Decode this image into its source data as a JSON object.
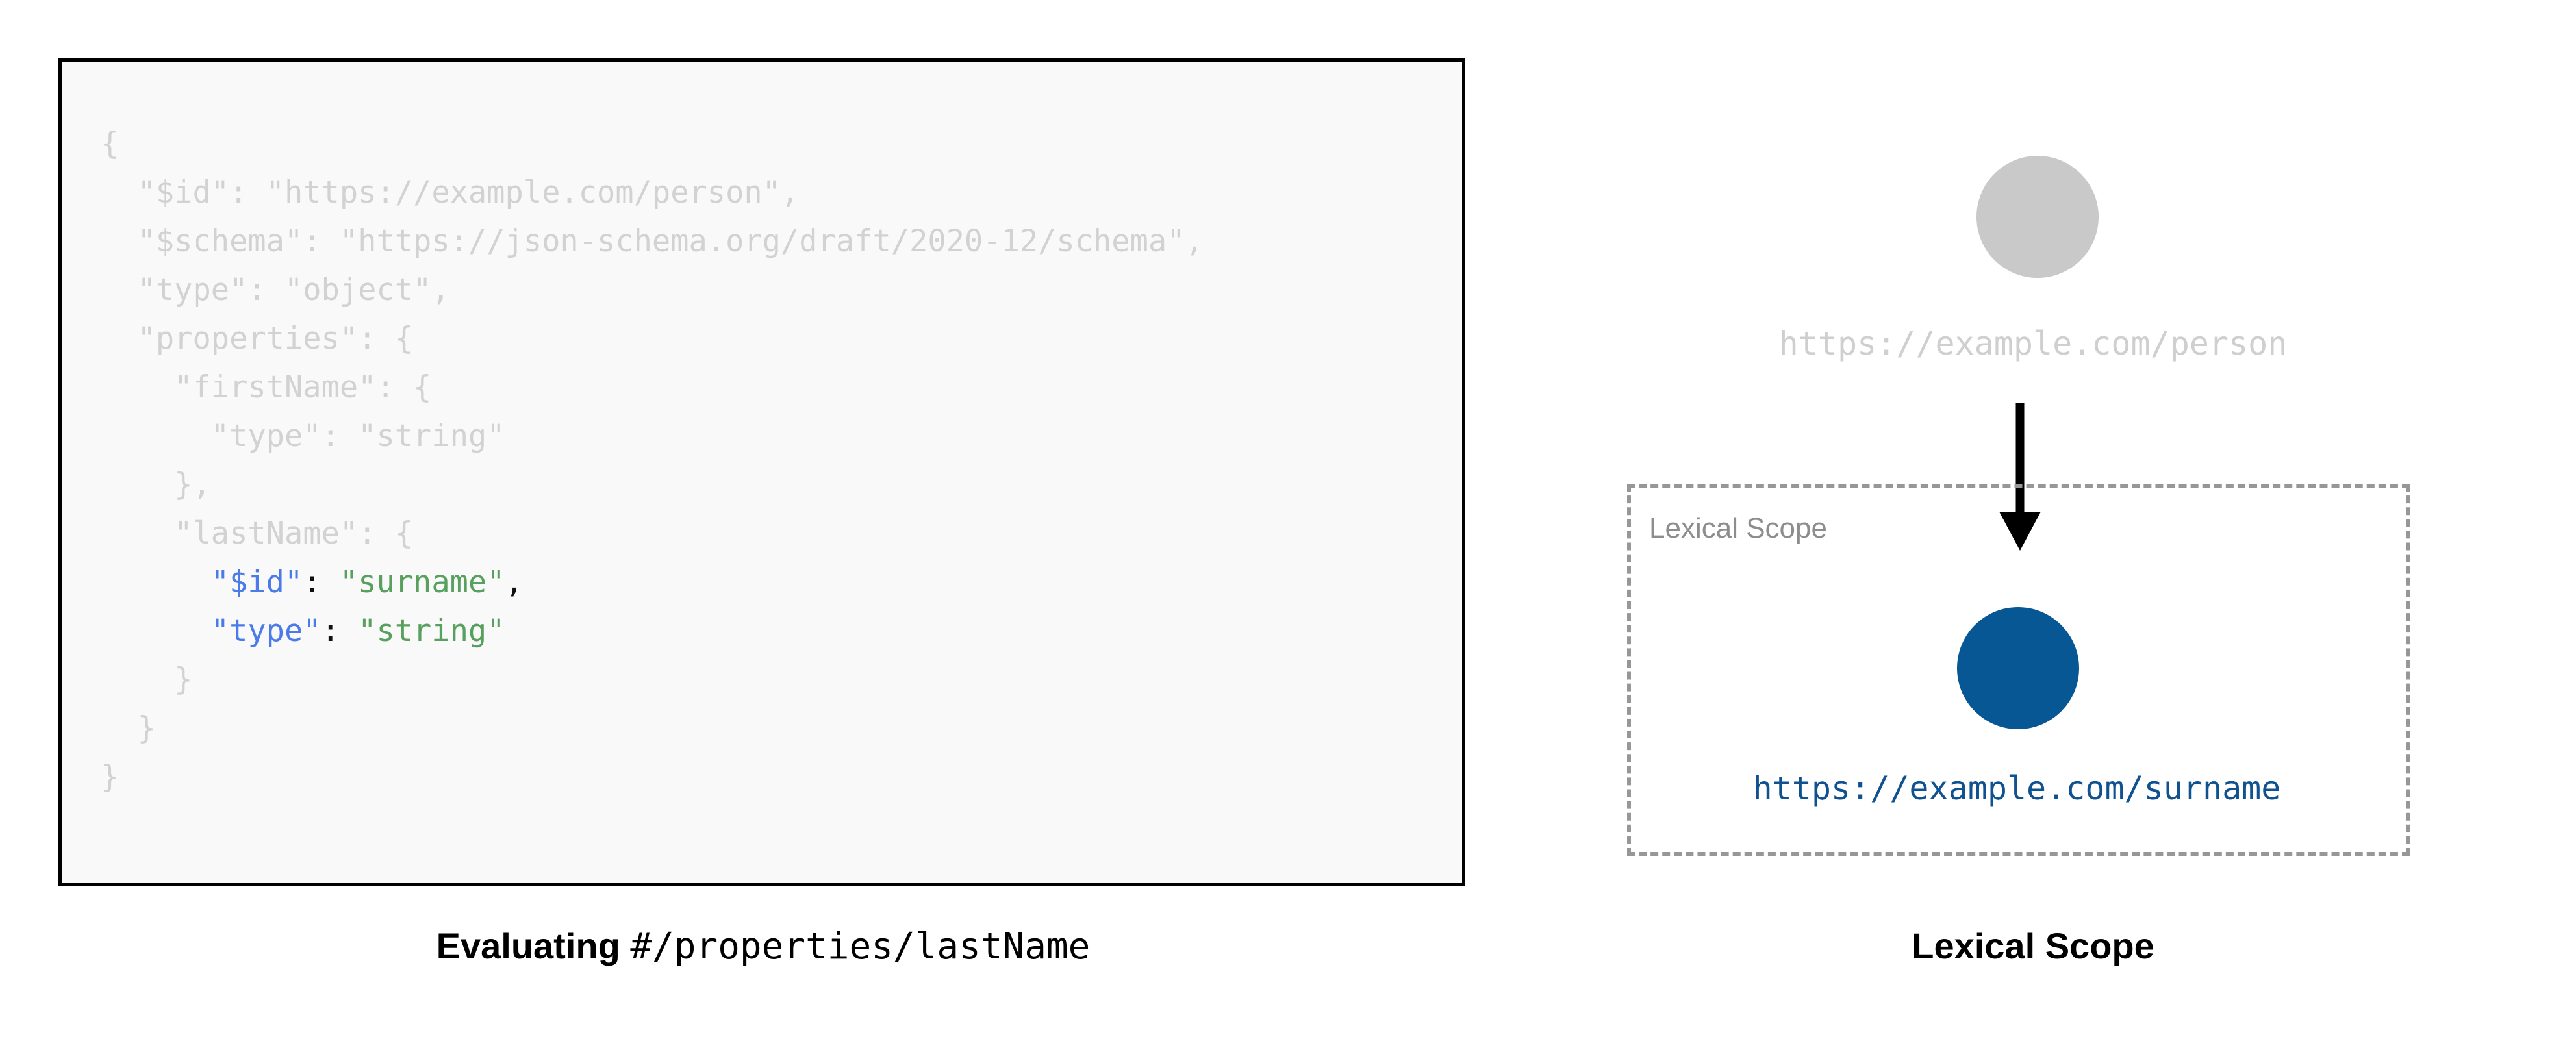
{
  "left_panel": {
    "code_block": {
      "language": "json",
      "background_color": "#f9f9f9",
      "border_color": "#000000",
      "dim_color": "#d2d2d2",
      "key_color": "#4a7be8",
      "string_color": "#57a05d",
      "punctuation_color": "#101010",
      "lines": [
        {
          "indent": 0,
          "dim": true,
          "tokens": [
            {
              "type": "pun",
              "text": "{"
            }
          ]
        },
        {
          "indent": 1,
          "dim": true,
          "tokens": [
            {
              "type": "key",
              "text": "\"$id\""
            },
            {
              "type": "pun",
              "text": ": "
            },
            {
              "type": "str",
              "text": "\"https://example.com/person\""
            },
            {
              "type": "pun",
              "text": ","
            }
          ]
        },
        {
          "indent": 1,
          "dim": true,
          "tokens": [
            {
              "type": "key",
              "text": "\"$schema\""
            },
            {
              "type": "pun",
              "text": ": "
            },
            {
              "type": "str",
              "text": "\"https://json-schema.org/draft/2020-12/schema\""
            },
            {
              "type": "pun",
              "text": ","
            }
          ]
        },
        {
          "indent": 1,
          "dim": true,
          "tokens": [
            {
              "type": "key",
              "text": "\"type\""
            },
            {
              "type": "pun",
              "text": ": "
            },
            {
              "type": "str",
              "text": "\"object\""
            },
            {
              "type": "pun",
              "text": ","
            }
          ]
        },
        {
          "indent": 1,
          "dim": true,
          "tokens": [
            {
              "type": "key",
              "text": "\"properties\""
            },
            {
              "type": "pun",
              "text": ": {"
            }
          ]
        },
        {
          "indent": 2,
          "dim": true,
          "tokens": [
            {
              "type": "key",
              "text": "\"firstName\""
            },
            {
              "type": "pun",
              "text": ": {"
            }
          ]
        },
        {
          "indent": 3,
          "dim": true,
          "tokens": [
            {
              "type": "key",
              "text": "\"type\""
            },
            {
              "type": "pun",
              "text": ": "
            },
            {
              "type": "str",
              "text": "\"string\""
            }
          ]
        },
        {
          "indent": 2,
          "dim": true,
          "tokens": [
            {
              "type": "pun",
              "text": "},"
            }
          ]
        },
        {
          "indent": 2,
          "dim": true,
          "tokens": [
            {
              "type": "key",
              "text": "\"lastName\""
            },
            {
              "type": "pun",
              "text": ": {"
            }
          ]
        },
        {
          "indent": 3,
          "dim": false,
          "tokens": [
            {
              "type": "key",
              "text": "\"$id\""
            },
            {
              "type": "pun",
              "text": ": "
            },
            {
              "type": "str",
              "text": "\"surname\""
            },
            {
              "type": "pun",
              "text": ","
            }
          ]
        },
        {
          "indent": 3,
          "dim": false,
          "tokens": [
            {
              "type": "key",
              "text": "\"type\""
            },
            {
              "type": "pun",
              "text": ": "
            },
            {
              "type": "str",
              "text": "\"string\""
            }
          ]
        },
        {
          "indent": 2,
          "dim": true,
          "tokens": [
            {
              "type": "pun",
              "text": "}"
            }
          ]
        },
        {
          "indent": 1,
          "dim": true,
          "tokens": [
            {
              "type": "pun",
              "text": "}"
            }
          ]
        },
        {
          "indent": 0,
          "dim": true,
          "tokens": [
            {
              "type": "pun",
              "text": "}"
            }
          ]
        }
      ]
    },
    "caption": {
      "bold_text": "Evaluating",
      "mono_text": "#/properties/lastName"
    }
  },
  "right_panel": {
    "outer_node": {
      "label": "https://example.com/person",
      "circle_color": "#c9c9c9",
      "label_color": "#cfcfcf"
    },
    "arrow": {
      "name": "downward-arrow",
      "color": "#000000"
    },
    "lexical_scope": {
      "box_label": "Lexical Scope",
      "box_border_color": "#979797",
      "box_border_style": "dashed",
      "inner_node": {
        "label": "https://example.com/surname",
        "circle_color": "#075795",
        "label_color": "#10528f"
      }
    },
    "caption": {
      "text": "Lexical Scope"
    }
  }
}
